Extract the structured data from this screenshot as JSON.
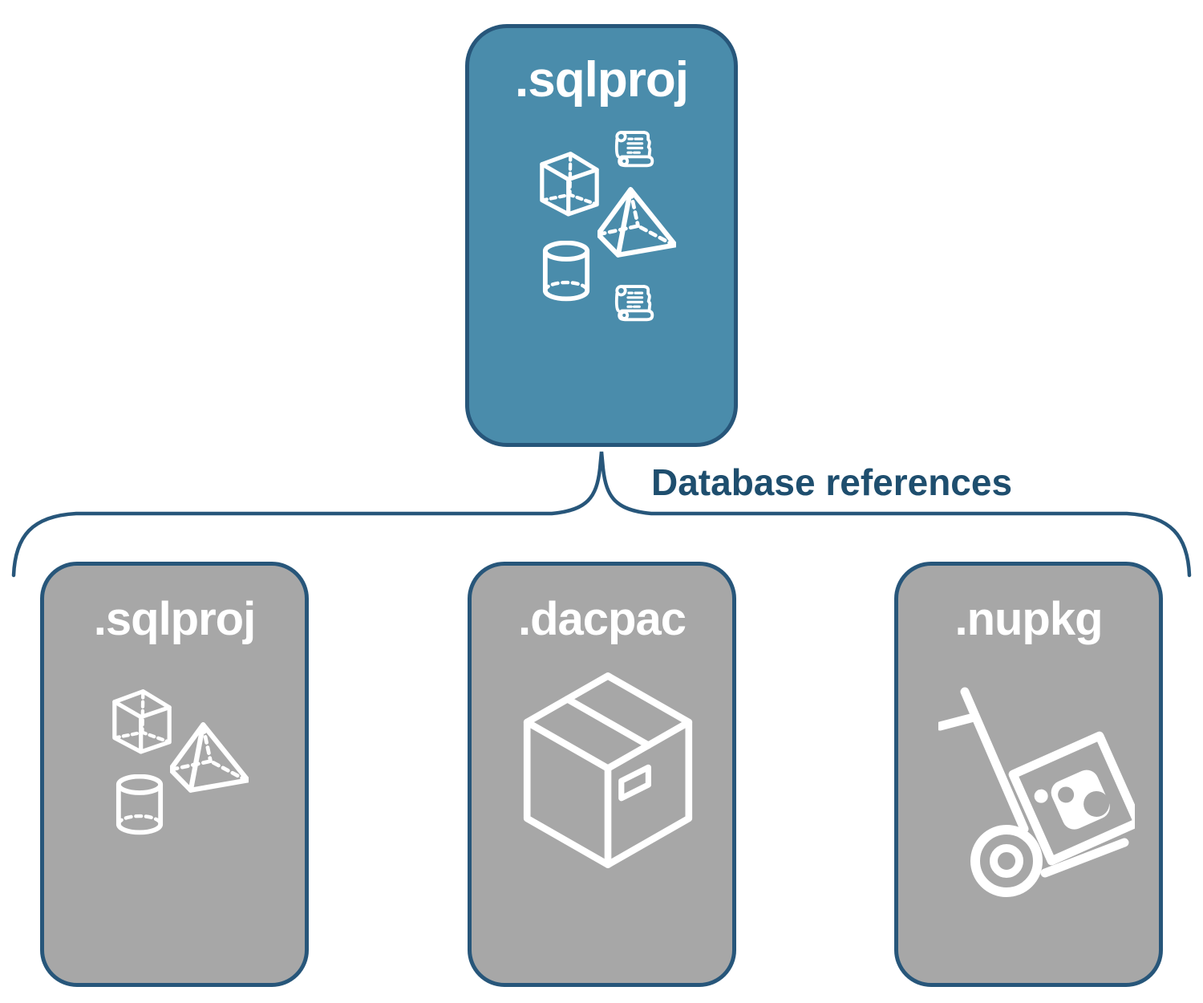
{
  "root_card": {
    "label": ".sqlproj"
  },
  "connector": {
    "label": "Database references"
  },
  "child_cards": [
    {
      "label": ".sqlproj"
    },
    {
      "label": ".dacpac"
    },
    {
      "label": ".nupkg"
    }
  ],
  "icons": {
    "root": [
      "scroll-icon",
      "cube-icon",
      "pyramid-icon",
      "cylinder-icon",
      "scroll-icon"
    ],
    "child_sqlproj": [
      "cube-icon",
      "pyramid-icon",
      "cylinder-icon"
    ],
    "child_dacpac": [
      "package-box-icon"
    ],
    "child_nupkg": [
      "hand-truck-nuget-icon"
    ]
  },
  "colors": {
    "background": "#FFFFFF",
    "root_fill": "#4A8CAB",
    "child_fill": "#A7A7A7",
    "border": "#27567A",
    "connector_text": "#1E4E6E",
    "title": "#FFFFFF",
    "icon": "#FFFFFF"
  }
}
